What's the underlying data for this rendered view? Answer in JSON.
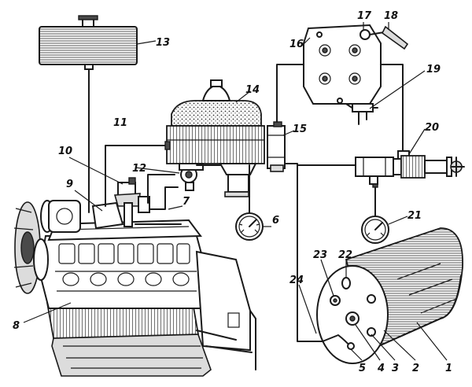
{
  "diagram": {
    "callouts": [
      {
        "id": "1",
        "text": "1"
      },
      {
        "id": "2",
        "text": "2"
      },
      {
        "id": "3",
        "text": "3"
      },
      {
        "id": "4",
        "text": "4"
      },
      {
        "id": "5",
        "text": "5"
      },
      {
        "id": "6",
        "text": "6"
      },
      {
        "id": "7",
        "text": "7"
      },
      {
        "id": "8",
        "text": "8"
      },
      {
        "id": "9",
        "text": "9"
      },
      {
        "id": "10",
        "text": "10"
      },
      {
        "id": "11",
        "text": "11"
      },
      {
        "id": "12",
        "text": "12"
      },
      {
        "id": "13",
        "text": "13"
      },
      {
        "id": "14",
        "text": "14"
      },
      {
        "id": "15",
        "text": "15"
      },
      {
        "id": "16",
        "text": "16"
      },
      {
        "id": "17",
        "text": "17"
      },
      {
        "id": "18",
        "text": "18"
      },
      {
        "id": "19",
        "text": "19"
      },
      {
        "id": "20",
        "text": "20"
      },
      {
        "id": "21",
        "text": "21"
      },
      {
        "id": "22",
        "text": "22"
      },
      {
        "id": "23",
        "text": "23"
      },
      {
        "id": "24",
        "text": "24"
      }
    ]
  }
}
